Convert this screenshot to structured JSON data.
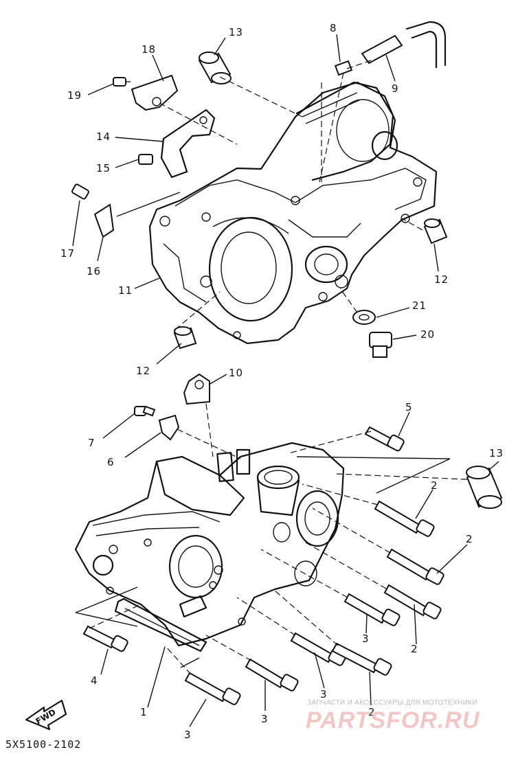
{
  "diagram": {
    "part_code": "5X5100-2102",
    "fwd_label": "FWD",
    "watermark": {
      "caption": "ЗАПЧАСТИ И АКСЕССУАРЫ ДЛЯ МОТОТЕХНИКИ",
      "logo": "PARTSFOR.RU"
    },
    "callouts": {
      "c13a": "13",
      "c8": "8",
      "c18": "18",
      "c9": "9",
      "c19": "19",
      "c14": "14",
      "c15": "15",
      "c17": "17",
      "c16": "16",
      "c11": "11",
      "c12a": "12",
      "c12b": "12",
      "c21": "21",
      "c20": "20",
      "c10": "10",
      "c7": "7",
      "c6": "6",
      "c5": "5",
      "c13b": "13",
      "c2a": "2",
      "c2b": "2",
      "c2c": "2",
      "c3a": "3",
      "c3b": "3",
      "c3c": "3",
      "c3d": "3",
      "c4": "4",
      "c1": "1",
      "c2d": "2"
    }
  }
}
